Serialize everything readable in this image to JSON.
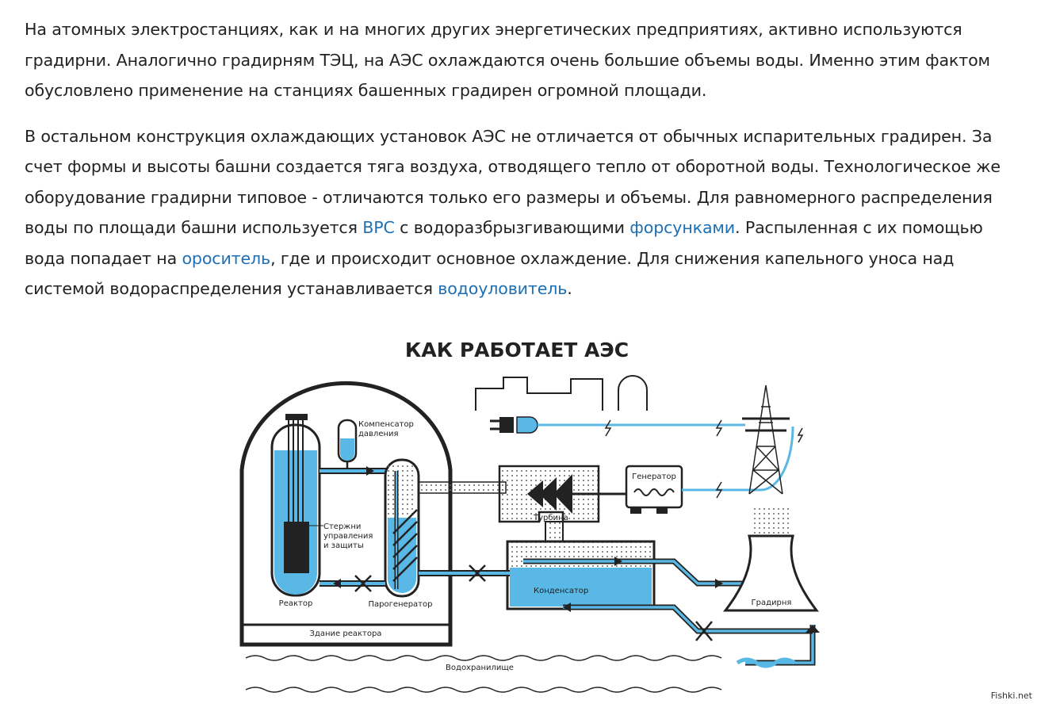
{
  "article": {
    "paragraph1": "На атомных электростанциях, как и на многих других энергетических предприятиях, активно используются градирни. Аналогично градирням ТЭЦ, на АЭС охлаждаются очень большие объемы воды. Именно этим фактом обусловлено применение на станциях башенных градирен огромной площади.",
    "paragraph2": {
      "part1": "В остальном конструкция охлаждающих установок АЭС не отличается от обычных испарительных градирен. За счет формы и высоты башни создается тяга воздуха, отводящего тепло от оборотной воды. Технологическое же оборудование градирни типовое - отличаются только его размеры и объемы. Для равномерного распределения воды по площади башни используется ",
      "link1": "ВРС",
      "part2": " с водоразбрызгивающими ",
      "link2": "форсунками",
      "part3": ". Распыленная с их помощью вода попадает на ",
      "link3": "ороситель",
      "part4": ", где и происходит основное охлаждение. Для снижения капельного уноса над системой водораспределения устанавливается ",
      "link4": "водоуловитель",
      "part5": "."
    }
  },
  "diagram": {
    "title": "КАК РАБОТАЕТ АЭС",
    "labels": {
      "pressurizer_line1": "Компенсатор",
      "pressurizer_line2": "давления",
      "rods_line1": "Стержни",
      "rods_line2": "управления",
      "rods_line3": "и защиты",
      "reactor": "Реактор",
      "steam_generator": "Парогенератор",
      "reactor_building": "Здание реактора",
      "turbine": "Турбина",
      "generator": "Генератор",
      "condenser": "Конденсатор",
      "cooling_tower": "Градирня",
      "reservoir": "Водохранилище"
    },
    "colors": {
      "water": "#59b8e6",
      "line": "#222222",
      "link": "#1e6fb3"
    }
  },
  "watermark": "Fishki.net"
}
